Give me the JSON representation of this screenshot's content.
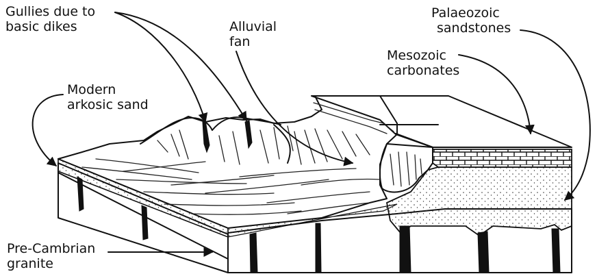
{
  "labels": {
    "gullies": [
      "Gullies due to",
      "basic dikes"
    ],
    "alluvial_fan": [
      "Alluvial",
      "fan"
    ],
    "palaeozoic": [
      "Palaeozoic",
      "sandstones"
    ],
    "mesozoic": [
      "Mesozoic",
      "carbonates"
    ],
    "modern_sand": [
      "Modern",
      "arkosic sand"
    ],
    "precambrian": [
      "Pre-Cambrian",
      "granite"
    ]
  },
  "colors": {
    "ink": "#111111",
    "background": "#ffffff"
  }
}
